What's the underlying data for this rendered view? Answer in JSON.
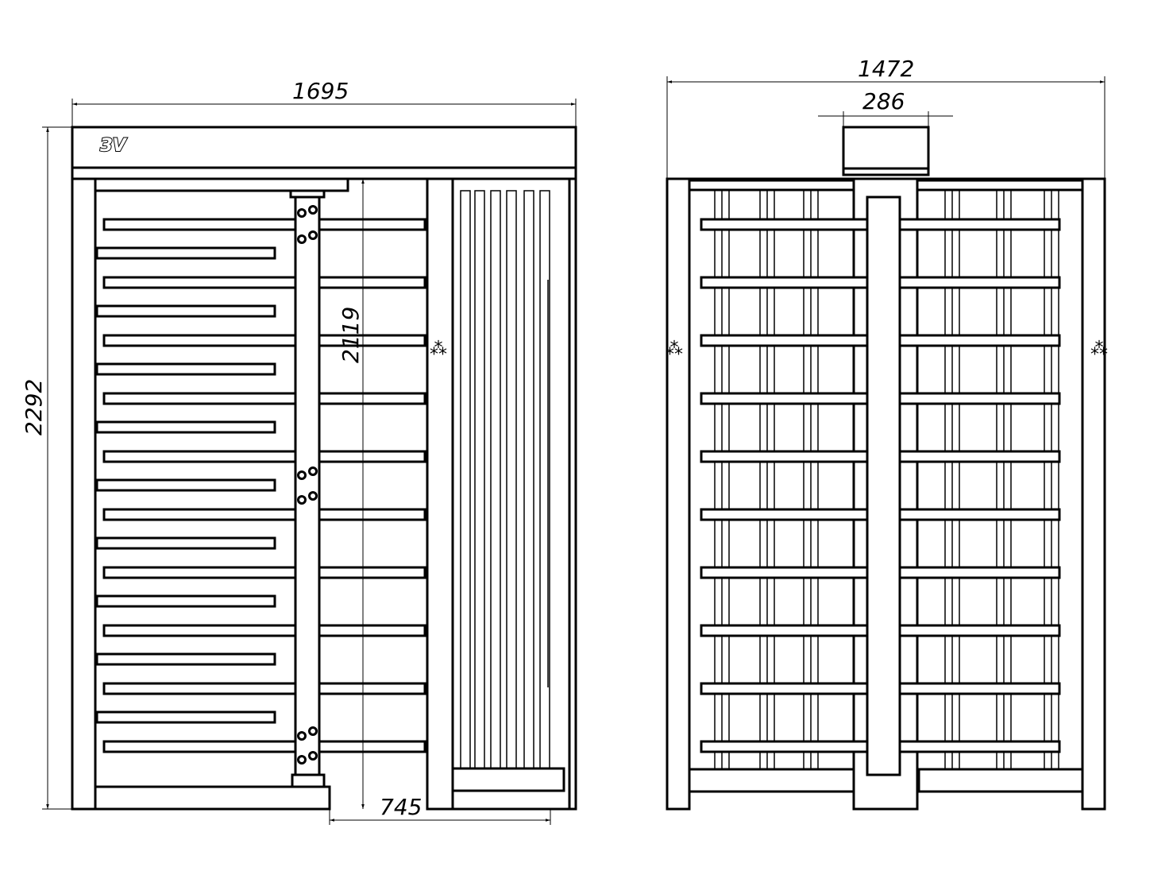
{
  "logo_text": "ЗV",
  "front_view": {
    "width_dim": "1695",
    "height_dim": "2292",
    "rotor_height_dim": "2119",
    "passage_dim": "745"
  },
  "side_view": {
    "width_dim": "1472",
    "top_box_dim": "286"
  },
  "colors": {
    "line": "#000000",
    "background": "#ffffff"
  }
}
